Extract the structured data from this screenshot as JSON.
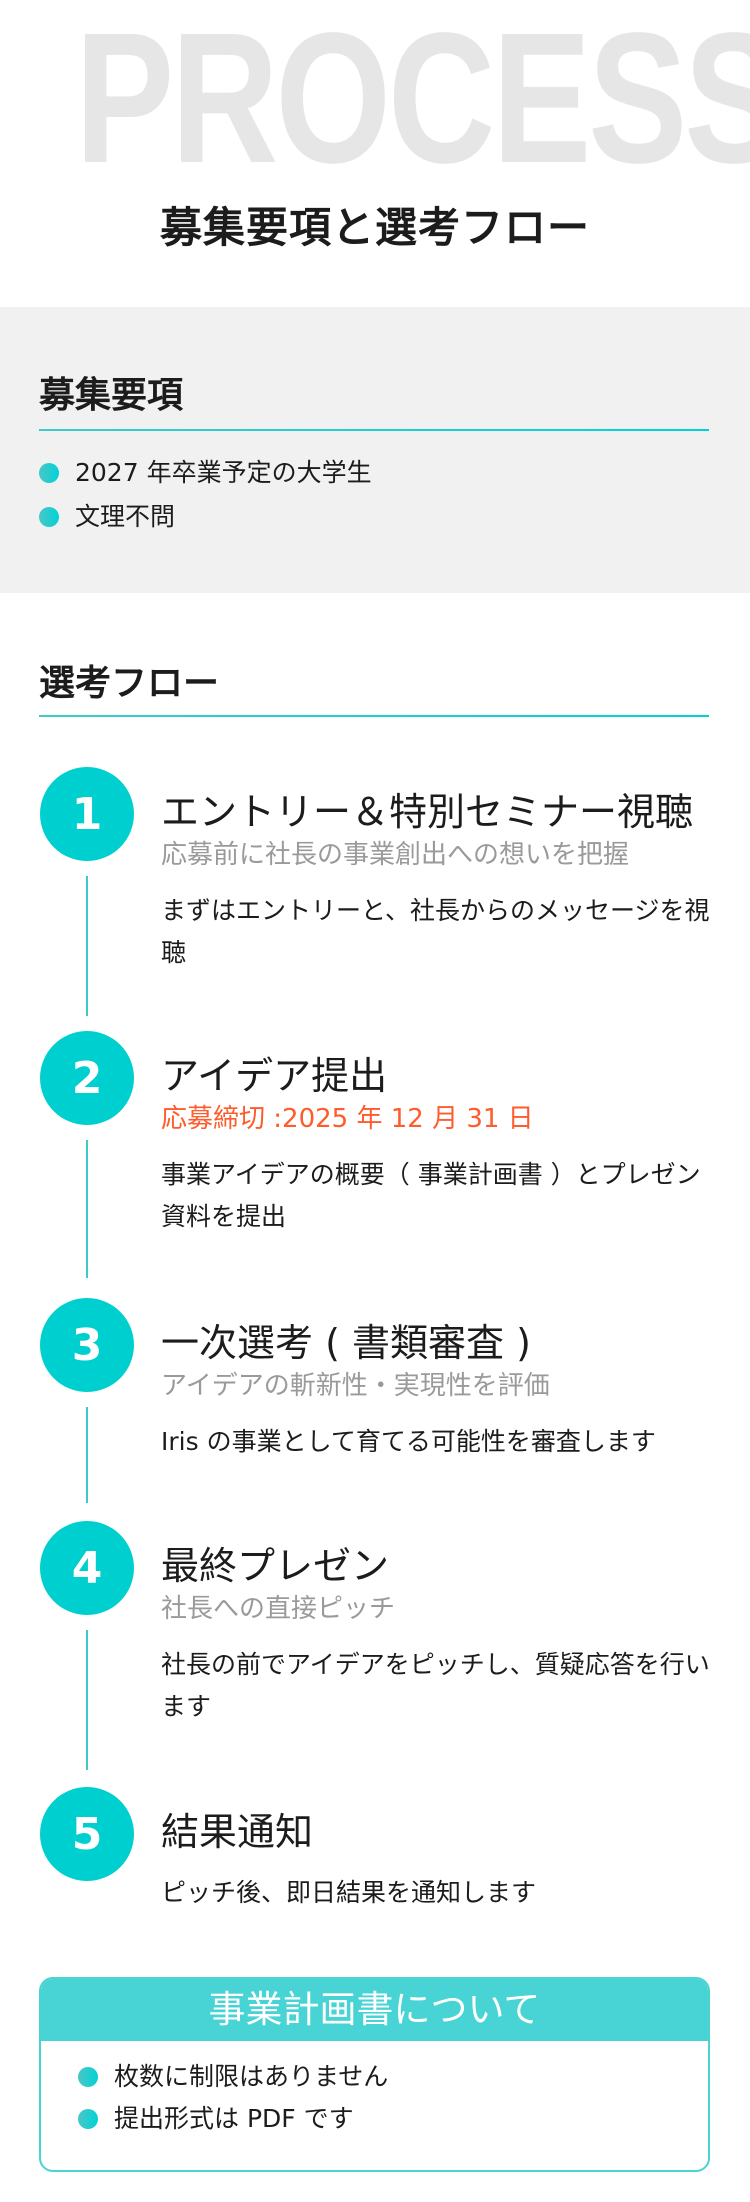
{
  "header": {
    "bg_word": "PROCESS",
    "title": "募集要項と選考フロー"
  },
  "requirements": {
    "heading": "募集要項",
    "items": [
      "2027 年卒業予定の大学生",
      "文理不問"
    ]
  },
  "flow": {
    "heading": "選考フロー",
    "steps": [
      {
        "num": "1",
        "title": "エントリー＆特別セミナー視聴",
        "subtitle": "応募前に社長の事業創出への想いを把握",
        "desc": "まずはエントリーと、社長からのメッセージを視聴"
      },
      {
        "num": "2",
        "title": "アイデア提出",
        "subtitle": "応募締切 :2025 年 12 月 31 日",
        "desc": "事業アイデアの概要（ 事業計画書 ）とプレゼン資料を提出"
      },
      {
        "num": "3",
        "title": "一次選考 ( 書類審査 )",
        "subtitle": "アイデアの斬新性・実現性を評価",
        "desc": "Iris の事業として育てる可能性を審査します"
      },
      {
        "num": "4",
        "title": "最終プレゼン",
        "subtitle": "社長への直接ピッチ",
        "desc": "社長の前でアイデアをピッチし、質疑応答を行います"
      },
      {
        "num": "5",
        "title": "結果通知",
        "desc": "ピッチ後、即日結果を通知します"
      }
    ]
  },
  "plan_box": {
    "title": "事業計画書について",
    "items": [
      "枚数に制限はありません",
      "提出形式は PDF です"
    ]
  },
  "colors": {
    "accent": "#00cfd0",
    "deadline": "#ff5b2b",
    "section_bg": "#f1f1f1"
  }
}
